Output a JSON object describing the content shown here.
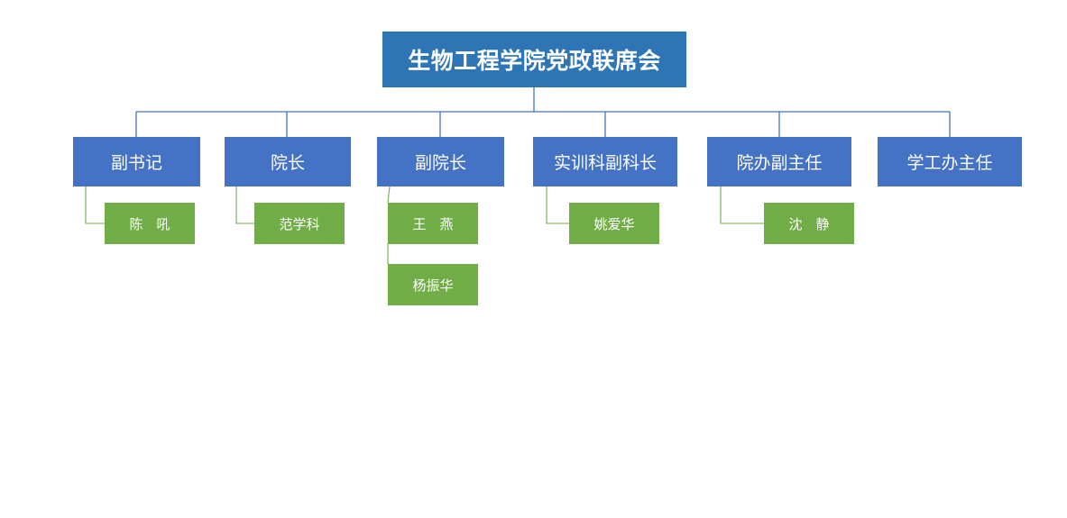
{
  "root": {
    "label": "生物工程学院党政联席会"
  },
  "positions": [
    {
      "label": "副书记"
    },
    {
      "label": "院长"
    },
    {
      "label": "副院长"
    },
    {
      "label": "实训科副科长"
    },
    {
      "label": "院办副主任"
    },
    {
      "label": "学工办主任"
    }
  ],
  "people": [
    {
      "label": "陈　吼"
    },
    {
      "label": "范学科"
    },
    {
      "label": "王　燕"
    },
    {
      "label": "杨振华"
    },
    {
      "label": "姚爱华"
    },
    {
      "label": "沈　静"
    }
  ],
  "colors": {
    "root_fill": "#2e75b6",
    "position_fill": "#4472c4",
    "person_fill": "#70ad47",
    "position_connector": "#4472c4",
    "person_connector": "#70ad47"
  }
}
